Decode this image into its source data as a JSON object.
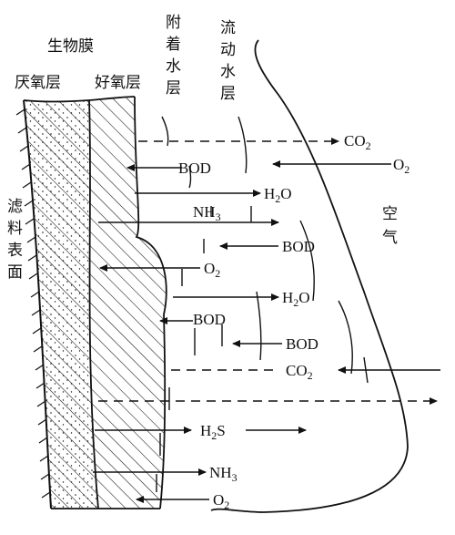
{
  "header": {
    "biofilm": "生物膜",
    "anaerobic_layer": "厌氧层",
    "aerobic_layer": "好氧层"
  },
  "vertical_labels": {
    "attached_water": [
      "附",
      "着",
      "水",
      "层"
    ],
    "flowing_water": [
      "流",
      "动",
      "水",
      "层"
    ],
    "filter_surface": [
      "滤",
      "料",
      "表",
      "面"
    ],
    "air": [
      "空",
      "气"
    ]
  },
  "chemicals": {
    "co2_top": {
      "base": "CO",
      "sub": "2"
    },
    "o2_right": {
      "base": "O",
      "sub": "2"
    },
    "bod_1": "BOD",
    "h2o_1": {
      "base": "H",
      "sub": "2",
      "tail": "O"
    },
    "nh3_1": {
      "base": "NH",
      "sub": "3"
    },
    "bod_2": "BOD",
    "o2_mid": {
      "base": "O",
      "sub": "2"
    },
    "h2o_2": {
      "base": "H",
      "sub": "2",
      "tail": "O"
    },
    "bod_3": "BOD",
    "bod_4": "BOD",
    "co2_bottom": {
      "base": "CO",
      "sub": "2"
    },
    "h2s": {
      "base": "H",
      "sub": "2",
      "tail": "S"
    },
    "nh3_2": {
      "base": "NH",
      "sub": "3"
    },
    "o2_bottom": {
      "base": "O",
      "sub": "2"
    }
  },
  "colors": {
    "ink": "#111111",
    "background": "#ffffff"
  }
}
